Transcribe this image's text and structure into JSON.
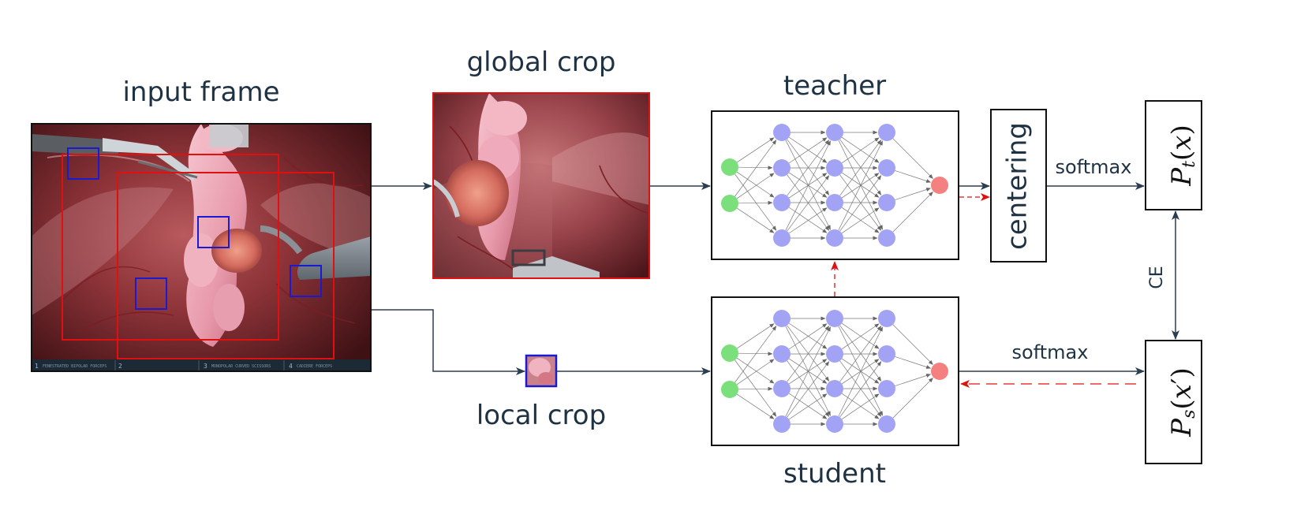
{
  "labels": {
    "input_frame": "input frame",
    "global_crop": "global crop",
    "local_crop": "local crop",
    "teacher": "teacher",
    "student": "student",
    "centering": "centering",
    "softmax_top": "softmax",
    "softmax_bottom": "softmax",
    "ce": "CE"
  },
  "outputs": {
    "teacher_out": {
      "P": "P",
      "sub": "t",
      "open": "(",
      "var": "x",
      "close": ")"
    },
    "student_out": {
      "P": "P",
      "sub": "s",
      "open": "(",
      "var": "x",
      "prime": "′",
      "close": ")"
    }
  },
  "toolbar": {
    "slots": [
      {
        "num": "1",
        "text": "FENESTRATED BIPOLAR FORCEPS"
      },
      {
        "num": "2",
        "text": ""
      },
      {
        "num": "3",
        "text": "MONOPOLAR CURVED SCISSORS"
      },
      {
        "num": "4",
        "text": "CADIERE FORCEPS"
      }
    ]
  },
  "network": {
    "layers": [
      2,
      4,
      4,
      4,
      1
    ],
    "colors": {
      "input": "#7be07b",
      "hidden": "#a3a3f5",
      "output": "#f58080"
    }
  },
  "colors": {
    "arrow": "#2b3d50",
    "red": "#e01010",
    "blue": "#1a1ad0"
  }
}
